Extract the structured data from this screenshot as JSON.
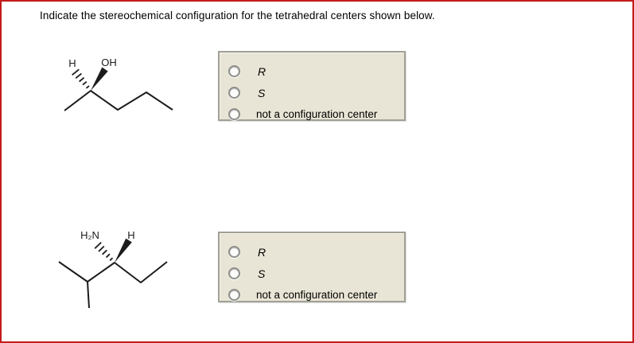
{
  "page": {
    "title": "Indicate the stereochemical configuration for the tetrahedral centers shown below."
  },
  "colors": {
    "page_border": "#c41a1a",
    "option_box_bg": "#e9e5d6",
    "option_box_border": "#9f9f95",
    "bond_color": "#1c1c1c"
  },
  "molecule1": {
    "description": "skeletal structure of 2-pentanol with hashed-wedge H and solid-wedge OH at C2",
    "label_h": "H",
    "label_oh": "OH"
  },
  "molecule2": {
    "description": "skeletal structure of 3-amino-2-methylpentane with hashed-wedge H2N and solid-wedge H at C3",
    "label_h2n": "H₂N",
    "label_h": "H"
  },
  "question1": {
    "options": [
      {
        "label": "R",
        "selected": false
      },
      {
        "label": "S",
        "selected": false
      },
      {
        "label": "not a configuration center",
        "selected": false
      }
    ]
  },
  "question2": {
    "options": [
      {
        "label": "R",
        "selected": false
      },
      {
        "label": "S",
        "selected": false
      },
      {
        "label": "not a configuration center",
        "selected": false
      }
    ]
  }
}
